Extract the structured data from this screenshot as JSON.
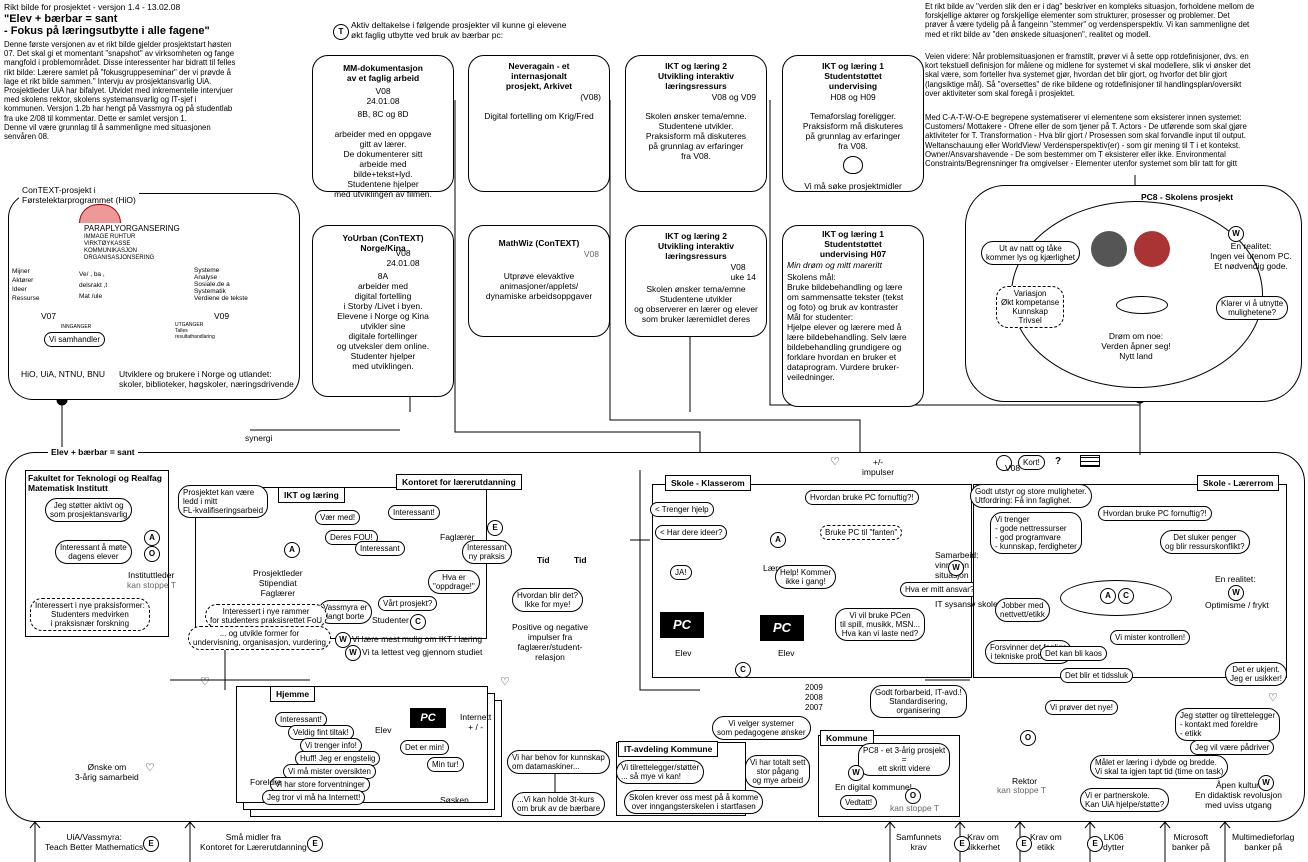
{
  "header": {
    "version": "Rikt bilde for prosjektet - versjon 1.4 - 13.02.08",
    "title1": "\"Elev + bærbar = sant",
    "title2": "- Fokus på læringsutbytte i alle fagene\"",
    "intro": "Denne første versjonen av et rikt bilde gjelder prosjektstart høsten\n07. Det skal gi et momentant \"snapshot\" av virksomheten og fange\nmangfold i problemområdet. Disse interessenter har bidratt til felles\nrikt bilde: Lærere samlet på \"fokusgruppeseminar\" der vi prøvde å\nlage et rikt bilde sammen.\" Intervju av prosjektansvarlig UiA.\nProsjektleder UiA har bifalyet. Utvidet med inkrementelle intervjuer\nmed skolens rektor, skolens systemansvarlig og IT-sjef i\nkommunen. Versjon 1.2b har hengt på Vassmyra og på studentlab\nfra uke 2/08 til kommentar. Dette er samlet versjon 1.\nDenne vil være grunnlag til å sammenligne med situasjonen\nsenvåren 08."
  },
  "top_note": {
    "badge": "T",
    "text": "Aktiv deltakelse i følgende prosjekter vil kunne gi elevene\nøkt faglig utbytte ved bruk av bærbar pc:"
  },
  "right_text": {
    "p1": "Et rikt bilde av \"verden slik den er i dag\" beskriver en kompleks situasjon, forholdene mellom de\nforskjellige aktører og forskjellige elementer som strukturer, prosesser og problemer. Det\nprøver å være tydelig på å fangeinn \"stemmer\" og verdensperspektiv.  Vi kan sammenligne det\nmed et rikt bilde av \"den ønskede situasjonen\", realitet og modell.",
    "p2": "Veien videre: Når problemsituasjonen er framstilt, prøver vi å sette opp rotdefinisjoner, dvs. en\nkort tekstuell definisjon for målene og midlene for systemet vi skal modellere, slik vi ønsker det\nskal være, som forteller hva systemet gjør, hvordan det blir gjort, og hvorfor det blir gjort\n(langsiktige mål). Så \"oversettes\" de rike bildene og rotdefinisjoner til handlingsplan/oversikt\nover aktiviteter som skal foregå i prosjektet.",
    "p3": "Med C-A-T-W-O-E begrepene systematiserer vi elementene som eksisterer innen systemet:\nCustomers/ Mottakere - Ofrene eller de som tjener på T. Actors - De utførende som skal gjøre\naktiviteter for T. Transformation - Hva blir gjort / Prosessen som skal forvandle input til output.\nWeltanschauung eller WorldView/ Verdensperspektiv(er) - som gir mening til T i et kontekst.\nOwner/Ansvarshavende - De som bestemmer om T eksisterer eller ikke. Environmental\nConstraints/Begrensninger fra omgivelser - Elementer utenfor systemet som blir tatt for gitt"
  },
  "projects_top": [
    {
      "title": "MM-dokumentasjon\nav et faglig arbeid",
      "sub": "V08\n24.01.08",
      "body": "8B, 8C og 8D\n\narbeider med en oppgave\ngitt av lærer.\nDe dokumenterer sitt\narbeide med\nbilde+tekst+lyd.\nStudentene hjelper\nmed utviklingen av filmen."
    },
    {
      "title": "Neveragain - et\ninternasjonalt\nprosjekt, Arkivet",
      "sub": "(V08)",
      "body": "Digital fortelling om Krig/Fred"
    },
    {
      "title": "IKT og læring 2\nUtvikling interaktiv\nlæringsressurs",
      "sub": "V08 og V09",
      "body": "Skolen ønsker tema/emne.\nStudentene utvikler.\nPraksisform må diskuteres\npå grunnlag av erfaringer\nfra V08."
    },
    {
      "title": "IKT og læring 1\nStudentstøttet\nundervising",
      "sub": "H08 og H09",
      "body": "Temaforslag foreligger.\nPraksisform må diskuteres\npå grunnlag av erfaringer\nfra V08.\n\n\n\nVi må søke prosjektmidler"
    }
  ],
  "projects_bottom": [
    {
      "title": "YoUrban (ConTEXT)\nNorge/Kina",
      "sub": "V08\n24.01.08",
      "body": "8A\narbeider med\ndigital fortelling\ni Storby /Livet i byen.\nElevene i Norge og Kina\nutvikler sine\ndigitale fortellinger\nog utveksler dem online.\nStudenter hjelper\nmed utviklingen."
    },
    {
      "title": "MathWiz (ConTEXT)",
      "sub": "V08",
      "body": "Utprøve elevaktive\nanimasjoner/applets/\ndynamiske arbeidsoppgaver"
    },
    {
      "title": "IKT og læring 2\nUtvikling interaktiv\nlæringsressurs",
      "sub": "V08\nuke 14",
      "body": "Skolen ønsker tema/emne\nStudentene utvikler\nog observerer en lærer og elever\nsom bruker læremidlet deres"
    },
    {
      "title": "IKT og læring 1\nStudentstøttet\nundervising H07",
      "sub": "Min drøm og mitt mareritt",
      "body": "Skolens mål:\nBruke bildebehandling og lære\nom sammensatte tekster (tekst\nog foto) og bruk av kontraster\nMål for studenter:\nHjelpe elever og lærere med å\nlære bildebehandling. Selv lære\nbildebehandling grundigere og\nforklare hvordan en bruker et\ndataprogram. Vurdere bruker-\nveiledninger."
    }
  ],
  "context": {
    "title": "ConTEXT-prosjekt i\nFørstelektarprogrammet (HiO)",
    "umbrella": "PARAPLYORGANSERING",
    "umbrella_list": "IMMAGE RUHTUR\nVIRKTØYKASSE\nKOMMUNIKASJON\nDRGANISASJONSERING",
    "left_list": "Mijner\nAktører\nIdeer\nRessurse",
    "mid": "Ve/ , ba ,\ndelsrakt ,t\nMat /ule",
    "right_list": "Systeme\nAnalyse\nSosiale.de a\nSystematik\nVerdiene de tekste",
    "v07": "V07",
    "v09": "V09",
    "samhandler": "Vi samhandler",
    "partners": "HiO, UiA, NTNU, BNU",
    "developers": "Utviklere og brukere i Norge og utlandet:\nskoler, biblioteker, høgskoler, næringsdrivende",
    "innganger": "INNGANGER",
    "utganger": "UTGANGER\nTalles\nresultathandlaring"
  },
  "pc8": {
    "title": "PC8 - Skolens prosjekt",
    "b1": "Ut av natt og tåke\nkommer lys og kjærlighet",
    "reality": "En realitet:\nIngen vei utenom PC.\nEt nødvendig gode.",
    "variasjon": "Variasjon\nØkt kompetanse\nKunnskap\nTrivsel",
    "klarer": "Klarer vi å utnytte\nmulighetene?",
    "dream": "Drøm om noe:\nVerden åpner seg!\nNytt land",
    "w": "W"
  },
  "main": {
    "title": "Elev + bærbar = sant",
    "synergi": "synergi",
    "impulser": "+/-\nimpulser",
    "v08": "V08",
    "kort": "Kort!",
    "q": "?"
  },
  "fakultet": {
    "title": "Fakultet for Teknologi og Realfag\nMatematisk Institutt",
    "b1": "Jeg støtter aktivt og\nsom prosjektansvarlig",
    "b2": "Interessant å møte\ndagens elever",
    "inst": "Instituttleder",
    "stop": "kan stoppe T",
    "b3": "Interessert i nye praksisformer:\nStudenters medvirken\ni praksisnær forskning"
  },
  "ikt": {
    "title": "IKT og læring",
    "kontoret": "Kontoret for lærerutdanning",
    "b1": "Prosjektet kan være\nledd i mitt\nFL-kvalifiseringsarbeid",
    "b2": "Vær med!",
    "b3": "Deres FOU!",
    "b4": "Interessant!",
    "b5": "Interessant",
    "b6": "Interessant\nny praksis",
    "leader": "Prosjektleder\nStipendiat\nFaglærer",
    "faglaerer": "Faglærer",
    "b7": "Hva er\n\"oppdrage!\"",
    "b8": "Vårt prosjekt?",
    "b9": "Vassmyra er\nlangt borte",
    "studenter": "Studenter",
    "b10": "Interessert i nye rammer\nfor studenters praksisrettet FoU",
    "b11": "... og utvikle former for\nundervisning, organisasjon, vurdering",
    "w1": "Vi lære mest mulig om IKT i læring",
    "w2": "Vi ta lettest veg gjennom studiet",
    "tid": "Tid",
    "hvordan": "Hvordan blir det?\nIkke for mye!",
    "impulses": "Positive og negative\nimpulser fra\nfaglærer/student-\nrelasjon"
  },
  "klasserom": {
    "title": "Skole - Klasserom",
    "b1": "< Trenger hjelp",
    "b2": "< Har dere ideer?",
    "b3": "Hvordan bruke PC fornuftig?!",
    "laerer": "Lærer",
    "fanten": "Bruke PC til \"fanten\"",
    "ja": "JA!",
    "help": "Help! Kommer\nikke i gang!",
    "elev1": "Elev",
    "elev2": "Elev",
    "b4": "Vi vil bruke PCen\ntil spill, musikk, MSN...\nHva kan vi laste ned?",
    "ansvar": "Hva er mitt ansvar?"
  },
  "laererrom": {
    "title": "Skole - Lærerrom",
    "b1": "Godt utstyr og store muligheter.\nUtfordring: Få inn faglighet.",
    "b2": "Hvordan bruke PC fornuftig?!",
    "b3": "Vi trenger\n- gode nettressurser\n- god programvare\n- kunnskap, ferdigheter",
    "b4": "Det sluker penger\nog blir ressurskonflikt?",
    "samarbeid": "Samarbeid:\nvinn-vinn\nsituasjon",
    "it": "IT sysansv skole",
    "reality": "En realitet:",
    "optimisme": "Optimisme / frykt",
    "b5": "Jobber med\nnettvett/etikk",
    "b6": "Vi mister kontrollen!",
    "b7": "Forsvinner det faglige\ni tekniske problemer?",
    "b8": "Det kan bli kaos",
    "b9": "Det blir et tidssluk",
    "b10": "Det er ukjent.\nJeg er usikker!"
  },
  "hjemme": {
    "title": "Hjemme",
    "b1": "Interessant!",
    "b2": "Veldig fint tiltak!",
    "b3": "Vi trenger info!",
    "b4": "Huff! Jeg er engstelig",
    "b5": "Vi må mister oversikten",
    "b6": "Vi har store forventninger",
    "b7": "Jeg tror vi må ha Internett!",
    "foreldre": "Foreldre",
    "elev": "Elev",
    "min": "Det er min!",
    "tur": "Min tur!",
    "sosken": "Søsken",
    "internet": "Internett\n+ / -",
    "pc": "PC"
  },
  "it_avdeling": {
    "title": "IT-avdeling Kommune",
    "b1": "Vi har behov for kunnskap\nom datamaskiner...",
    "b2": "...Vi kan holde 3t-kurs\nom bruk av de bærbare",
    "b3": "Vi tilrettelegger/støtter\n... så mye vi kan!",
    "b4": "Vi har totalt sett\nstor pågang\nog mye arbeid",
    "b5": "Skolen krever oss mest på å komme\nover inngangsterskelen i startfasen",
    "b6": "Vi velger systemer\nsom pedagogene ønsker",
    "years": "2009\n2008\n2007"
  },
  "kommune": {
    "title": "Kommune",
    "b1": "Godt forbarbeid, IT-avd.!\nStandardisering,\norganisering",
    "b2": "PC8 - et 3-årig prosjekt\n=\nett skritt videre",
    "b3": "En digital kommune!",
    "b4": "Vedtatt!",
    "stop": "kan stoppe T"
  },
  "rektor": {
    "b1": "Vi prøver det nye!",
    "b2": "Jeg støtter og tilrettelegger\n- kontakt med foreldre\n- etikk",
    "b3": "Jeg vil være pådriver",
    "b4": "Målet er læring i dybde og bredde.\nVi skal ta igjen tapt tid (time on task)",
    "b5": "Vi er partnerskole.\nKan UiA hjelpe/støtte?",
    "label": "Rektor",
    "stop": "kan stoppe T",
    "kultur": "Åpen kultur.\nEn didaktisk revolusjon\nmed uviss utgang"
  },
  "left_bottom": {
    "onsker": "Ønske om\n3-årig samarbeid"
  },
  "bottom": [
    {
      "text": "UiA/Vassmyra:\nTeach Better Mathematics",
      "badge": "E"
    },
    {
      "text": "Små midler fra\nKontoret for Lærerutdanning",
      "badge": "E"
    },
    {
      "text": "Samfunnets\nkrav",
      "badge": ""
    },
    {
      "text": "Krav om\nsikkerhet",
      "badge": "E"
    },
    {
      "text": "Krav om\netikk",
      "badge": "E"
    },
    {
      "text": "LK06\ndytter",
      "badge": "E"
    },
    {
      "text": "Microsoft\nbanker på",
      "badge": ""
    },
    {
      "text": "Multimedieforlag\nbanker på",
      "badge": ""
    }
  ],
  "letters": {
    "A": "A",
    "O": "O",
    "W": "W",
    "C": "C",
    "E": "E",
    "T": "T"
  }
}
